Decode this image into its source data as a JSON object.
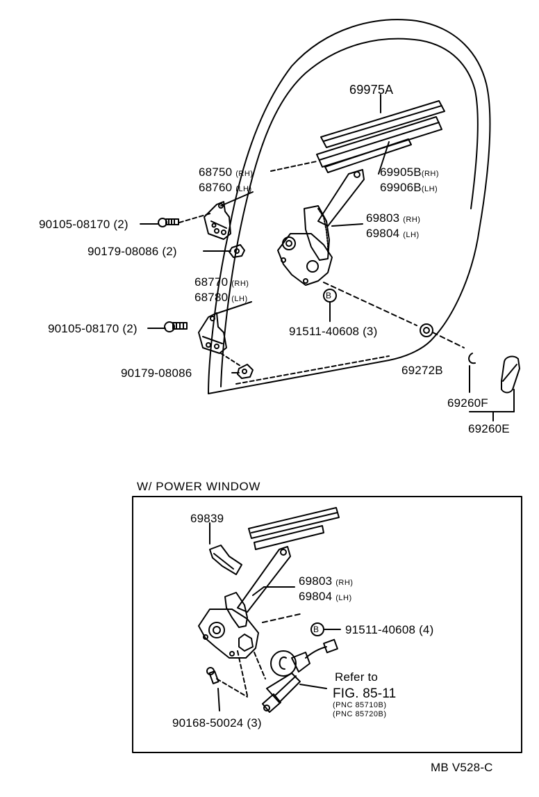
{
  "diagram": {
    "upper": {
      "glass_channel": "69975A",
      "run_rh": "69905B",
      "run_lh": "69906B",
      "rh_tag": "(RH)",
      "lh_tag": "(LH)",
      "upper_hinge_rh": "68750",
      "upper_hinge_lh": "68760",
      "regulator_rh": "69803",
      "regulator_lh": "69804",
      "bolt_upper": "90105-08170 (2)",
      "nut_upper": "90179-08086 (2)",
      "lower_hinge_rh": "68770",
      "lower_hinge_lh": "68780",
      "bolt_lower": "90105-08170 (2)",
      "nut_lower": "90179-08086",
      "bolt_b": "91511-40608 (3)",
      "b_marker": "B",
      "handle_seat": "69272B",
      "snap_ring": "69260F",
      "handle_assy": "69260E"
    },
    "power_window": {
      "title": "W/ POWER  WINDOW",
      "bracket": "69839",
      "regulator_rh": "69803",
      "regulator_lh": "69804",
      "rh_tag": "(RH)",
      "lh_tag": "(LH)",
      "b_marker": "B",
      "bolt_b": "91511-40608 (4)",
      "refer_to": "Refer to",
      "figure_ref": "FIG. 85-11",
      "pnc_1": "(PNC 85710B)",
      "pnc_2": "(PNC 85720B)",
      "screw": "90168-50024 (3)"
    },
    "footer_code": "MB  V528-C"
  }
}
